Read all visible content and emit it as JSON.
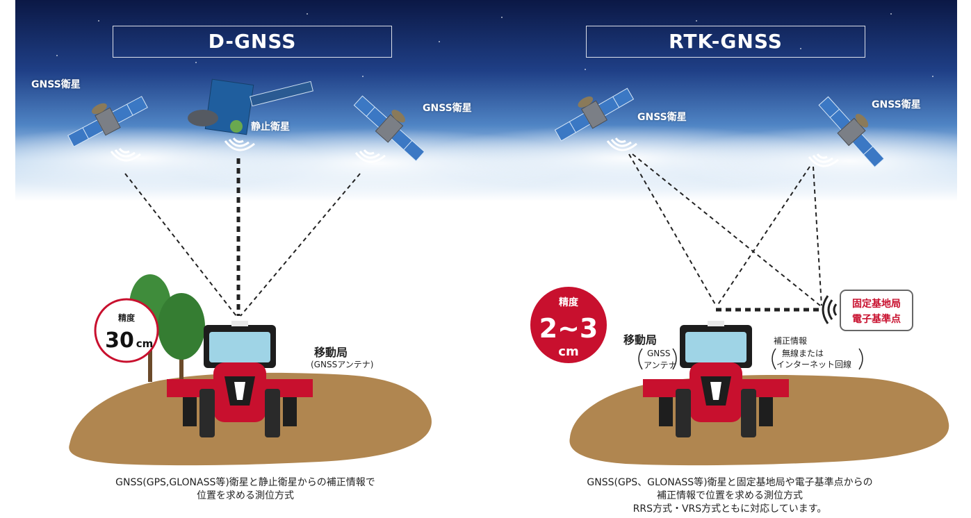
{
  "left": {
    "title": "D-GNSS",
    "satellite_left_label": "GNSS衛星",
    "satellite_right_label": "GNSS衛星",
    "geo_satellite_label": "静止衛星",
    "accuracy_label": "精度",
    "accuracy_value": "30",
    "accuracy_unit": "cm",
    "rover_label": "移動局",
    "rover_sub": "(GNSSアンテナ)",
    "caption_lines": [
      "GNSS(GPS,GLONASS等)衛星と静止衛星からの補正情報で",
      "位置を求める測位方式"
    ]
  },
  "right": {
    "title": "RTK-GNSS",
    "satellite_left_label": "GNSS衛星",
    "satellite_right_label": "GNSS衛星",
    "accuracy_label": "精度",
    "accuracy_value": "2~3",
    "accuracy_unit": "cm",
    "rover_label": "移動局",
    "rover_sub_1": "GNSS",
    "rover_sub_2": "アンテナ",
    "correction_label": "補正情報",
    "correction_sub_1": "無線または",
    "correction_sub_2": "インターネット回線",
    "base_station_1": "固定基地局",
    "base_station_2": "電子基準点",
    "caption_lines": [
      "GNSS(GPS、GLONASS等)衛星と固定基地局や電子基準点からの",
      "補正情報で位置を求める測位方式",
      "RRS方式・VRS方式ともに対応しています。"
    ]
  },
  "colors": {
    "sky_dark": "#0c1a4d",
    "sky_mid": "#2f5ea6",
    "tractor_red": "#c8102e",
    "accent_red": "#c8102e",
    "field": "#b08650",
    "tree": "#3f8c3b"
  }
}
